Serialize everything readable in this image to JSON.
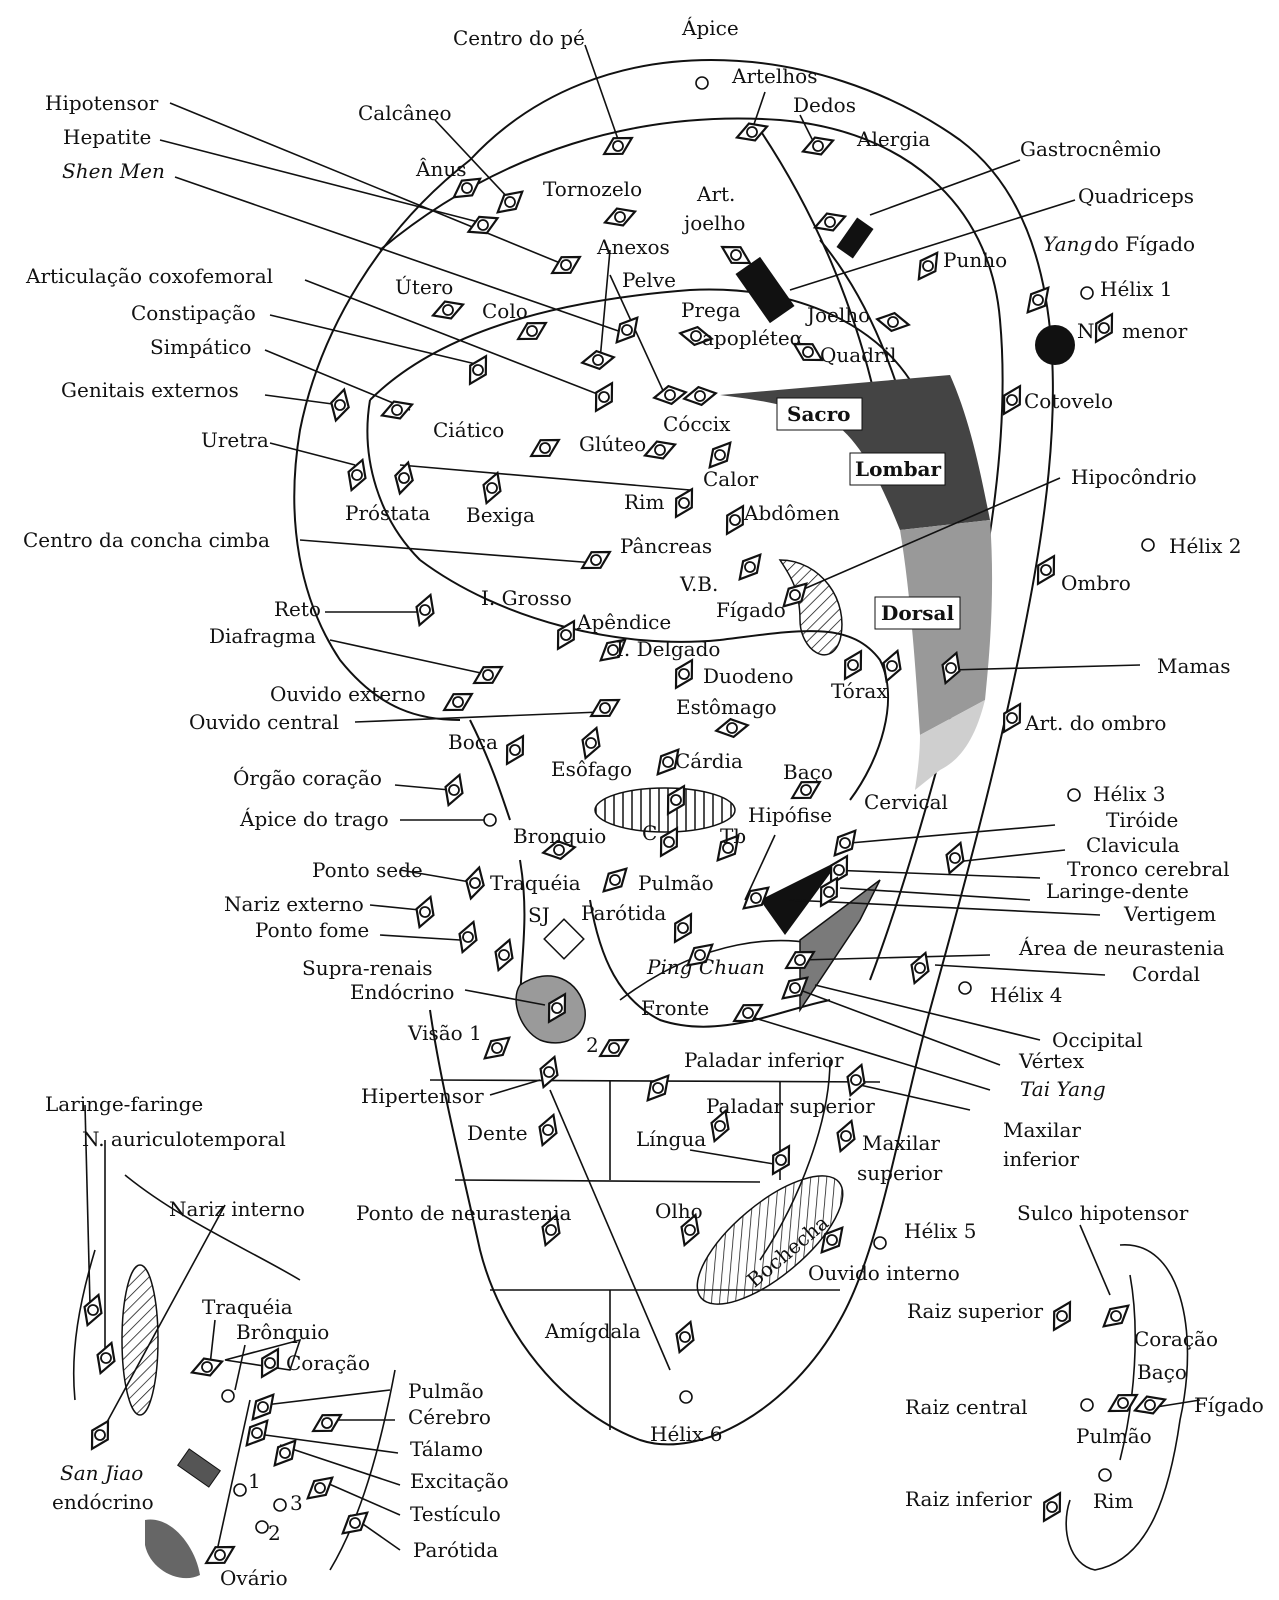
{
  "labels": {
    "apice": "Ápice",
    "centro_do_pe": "Centro do pé",
    "artelhos": "Artelhos",
    "dedos": "Dedos",
    "alergia": "Alergia",
    "gastrocnemio": "Gastrocnêmio",
    "quadriceps": "Quadriceps",
    "hipotensor": "Hipotensor",
    "calcaneo": "Calcâneo",
    "hepatite": "Hepatite",
    "anus": "Ânus",
    "shen_men": "Shen Men",
    "tornozelo": "Tornozelo",
    "art": "Art.",
    "joelho_a": "joelho",
    "anexos": "Anexos",
    "yang": "Yang",
    "do_figado": "do Fígado",
    "punho": "Punho",
    "helix1": "Hélix 1",
    "articulacao_coxofemoral": "Articulação coxofemoral",
    "pelve": "Pelve",
    "utero": "Útero",
    "prega": "Prega",
    "constipacao": "Constipação",
    "colo": "Colo",
    "apopletea": "apopléteα",
    "joelho_b": "Joelho",
    "n_menor_n": "N",
    "n_menor": "menor",
    "simpatico": "Simpático",
    "quadril": "Quadril",
    "genitais_externos": "Genitais externos",
    "sacro": "Sacro",
    "cotovelo": "Cotovelo",
    "ciatico": "Ciático",
    "coccix": "Cóccix",
    "uretra": "Uretra",
    "gluteo": "Glúteo",
    "lombar": "Lombar",
    "calor": "Calor",
    "hipocondrio": "Hipocôndrio",
    "prostata": "Próstata",
    "bexiga": "Bexiga",
    "rim": "Rim",
    "abdomen": "Abdômen",
    "helix2": "Hélix 2",
    "centro_concha_cimba": "Centro da concha cimba",
    "pancreas": "Pâncreas",
    "vb": "V.B.",
    "ombro": "Ombro",
    "i_grosso": "I. Grosso",
    "reto": "Reto",
    "figado": "Fígado",
    "dorsal": "Dorsal",
    "apendice": "Apêndice",
    "diafragma": "Diafragma",
    "i_delgado": "I. Delgado",
    "mamas": "Mamas",
    "duodeno": "Duodeno",
    "ouvido_externo": "Ouvido externo",
    "torax": "Tórax",
    "estomago": "Estômago",
    "ouvido_central": "Ouvido central",
    "art_ombro": "Art. do ombro",
    "boca": "Boca",
    "cardia": "Cárdia",
    "esofago": "Esôfago",
    "orgao_coracao": "Órgão coração",
    "baco": "Baço",
    "helix3": "Hélix 3",
    "cervical": "Cervical",
    "apice_trago": "Ápice do trago",
    "hipofise": "Hipófise",
    "tiroide": "Tiróide",
    "bronquio": "Bronquio",
    "c": "C",
    "tb": "Tb",
    "clavicula": "Clavicula",
    "ponto_sede": "Ponto sede",
    "tronco_cerebral": "Tronco cerebral",
    "traqueia": "Traquéia",
    "pulmao": "Pulmão",
    "laringe_dente": "Laringe-dente",
    "nariz_externo": "Nariz externo",
    "sj": "SJ",
    "parotida": "Parótida",
    "vertigem": "Vertigem",
    "ponto_fome": "Ponto fome",
    "area_neurastenia": "Área de neurastenia",
    "supra_renais": "Supra-renais",
    "ping_chuan": "Ping Chuan",
    "cordal": "Cordal",
    "endocrino": "Endócrino",
    "helix4": "Hélix 4",
    "fronte": "Fronte",
    "visao1": "Visão 1",
    "occipital": "Occipital",
    "n2": "2",
    "vertex": "Vértex",
    "paladar_inferior": "Paladar inferior",
    "tai_yang": "Tai Yang",
    "hipertensor": "Hipertensor",
    "paladar_superior": "Paladar superior",
    "maxilar_inferior_a": "Maxilar",
    "maxilar_inferior_b": "inferior",
    "dente": "Dente",
    "lingua": "Língua",
    "maxilar_superior_a": "Maxilar",
    "maxilar_superior_b": "superior",
    "ponto_neurastenia": "Ponto de neurastenia",
    "olho": "Olho",
    "bochecha": "Bochecha",
    "helix5": "Hélix 5",
    "ouvido_interno": "Ouvido interno",
    "amigdala": "Amígdala",
    "helix6": "Hélix 6",
    "laringe_faringe": "Laringe-faringe",
    "n_auriculotemporal": "N. auriculotemporal",
    "nariz_interno": "Nariz interno",
    "traqueia2": "Traquéia",
    "bronquio2": "Brônquio",
    "coracao2": "Coração",
    "pulmao2": "Pulmão",
    "cerebro": "Cérebro",
    "talamo": "Tálamo",
    "excitacao": "Excitação",
    "testiculo": "Testículo",
    "parotida2": "Parótida",
    "ovario": "Ovário",
    "san_jiao": "San Jiao",
    "endocrino2": "endócrino",
    "i1": "1",
    "i2": "2",
    "i3": "3",
    "sulco_hipotensor": "Sulco hipotensor",
    "raiz_superior": "Raiz superior",
    "coracao3": "Coração",
    "baco3": "Baço",
    "raiz_central": "Raiz central",
    "figado3": "Fígado",
    "pulmao3": "Pulmão",
    "raiz_inferior": "Raiz inferior",
    "rim3": "Rim"
  }
}
